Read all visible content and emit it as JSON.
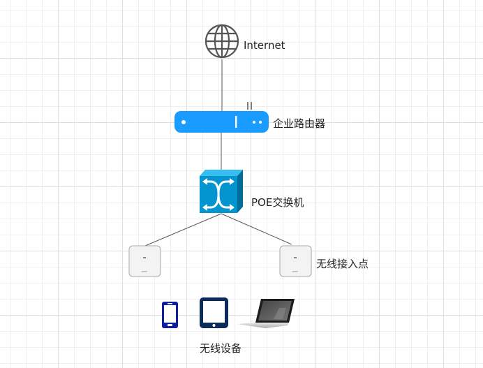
{
  "nodes": {
    "internet": "Internet",
    "router": "企业路由器",
    "switch": "POE交换机",
    "access_point": "无线接入点",
    "devices": "无线设备"
  },
  "colors": {
    "router": "#1a9bff",
    "switch": "#0395d0",
    "phone": "#0d1f9a",
    "tablet": "#0b2b5a"
  }
}
